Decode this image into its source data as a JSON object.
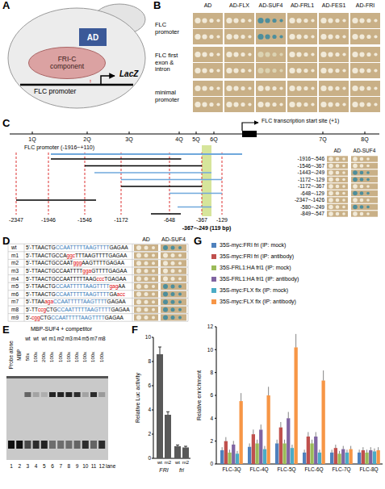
{
  "diagram": {
    "nodes": [
      {
        "text": [
          "AD"
        ]
      },
      {
        "text": [
          "FRI-C component"
        ]
      }
    ],
    "labels": [
      "A",
      "B",
      "C",
      "D",
      "E",
      "F",
      "G",
      "LacZ",
      "FLC promoter",
      "AD",
      "AD-FLX",
      "AD-SUF4",
      "AD-FRL1",
      "AD-FES1",
      "AD-FRI",
      "FLC promoter",
      "FLC first exon & intron",
      "minimal promoter",
      "FLC transcription start site (+1)",
      "1Q",
      "2Q",
      "3Q",
      "4Q",
      "5Q",
      "6Q",
      "7Q",
      "8Q",
      "FLC promoter (-1916~+110)",
      "AD",
      "AD-SUF4",
      "-1916~-546",
      "-1546~-367",
      "-1443~-249",
      "-1172~-129",
      "-1172~-367",
      "-648~-129",
      "-2347~-1426",
      "-580~-249",
      "-849~-547",
      "-2347",
      "-1946",
      "-1546",
      "-1172",
      "-648",
      "-367",
      "-129",
      "-367~-249 (119 bp)",
      "AD",
      "AD-SUF4",
      "wt",
      "5'-TTAACTG",
      "CCAATTTTTAAGTTTT",
      "GAGAA",
      "m1",
      "5'-TTAACTGCCA",
      "ggc",
      "TTTAAGTTTTGAGAA",
      "m2",
      "5'-TTAACTGCCAAT",
      "ggg",
      "AAGTTTTGAGAA",
      "m3",
      "5'-TTAACTGCCAATTTT",
      "gga",
      "GTTTTGAGAA",
      "m4",
      "5'-TTAACTGCCAATTTTTAAG",
      "ccc",
      "TGAGAA",
      "m5",
      "5'-TTAACTG",
      "CCAATTTTTAAGTTTT",
      "gag",
      "AA",
      "m6",
      "5'-TTAACTG",
      "CCAATTTTTAAGTTTT",
      "GA",
      "acc",
      "m7",
      "5'-TTAA",
      "aga",
      "CCAATTTTTAAGTTTT",
      "GAGAA",
      "m8",
      "5'-TT",
      "ccg",
      "CTG",
      "CCAATTTTTAAGTTTT",
      "GAGAA",
      "m9",
      "5'-",
      "cgg",
      "CTG",
      "CCAATTTTTAAGTTTT",
      "GAGAA",
      "Probe alone",
      "MBP",
      "MBP-SUF4 + competitor",
      "wt",
      "wt",
      "wt",
      "m1",
      "m2",
      "m3",
      "m4",
      "m5",
      "m7",
      "m8",
      "50x",
      "100x",
      "200x",
      "100x",
      "100x",
      "100x",
      "100x",
      "100x",
      "100x",
      "100x",
      "1",
      "2",
      "3",
      "4",
      "5",
      "6",
      "7",
      "8",
      "9",
      "10",
      "11",
      "12",
      "lane",
      "Relative Luc activity",
      "0",
      "2",
      "4",
      "6",
      "8",
      "10",
      "wt",
      "m2",
      "wt",
      "m2",
      "FRI",
      "fri",
      "Relative enrichment",
      "0",
      "2",
      "4",
      "6",
      "8",
      "10",
      "12",
      "FLC-3Q",
      "FLC-4Q",
      "FLC-5Q",
      "FLC-6Q",
      "FLC-7Q",
      "FLC-8Q"
    ],
    "legend": [
      {
        "text": "35S-myc:FRI fri (IP: mock)",
        "color": "#4f81bd"
      },
      {
        "text": "35S-myc:FRI fri (IP: antibody)",
        "color": "#c0504d"
      },
      {
        "text": "35S-FRL1:HA frl1 (IP: mock)",
        "color": "#9bbb59"
      },
      {
        "text": "35S-FRL1:HA frl1 (IP: antibody)",
        "color": "#8064a2"
      },
      {
        "text": "35S-myc:FLX flx (IP: mock)",
        "color": "#4bacc6"
      },
      {
        "text": "35S-myc:FLX flx (IP: antibody)",
        "color": "#f79646"
      }
    ]
  }
}
